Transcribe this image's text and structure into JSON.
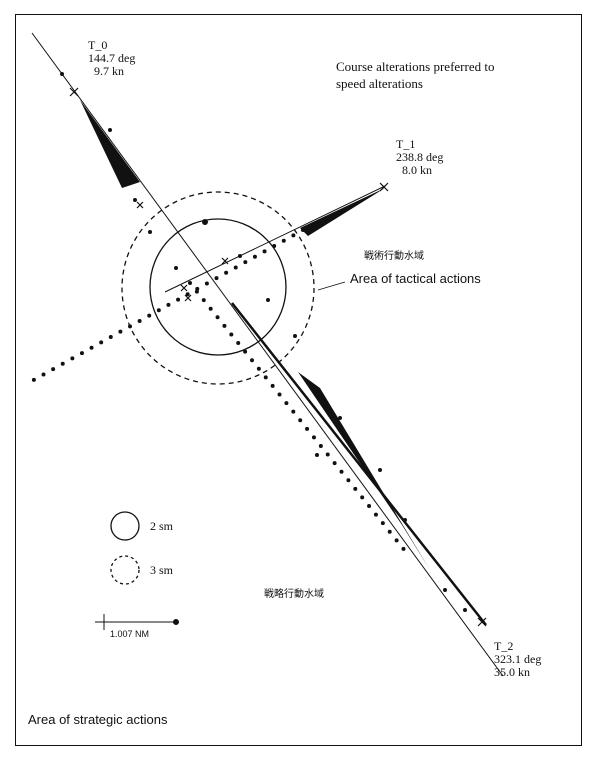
{
  "targets": {
    "t0": {
      "name": "T_0",
      "course": "144.7 deg",
      "speed": "9.7 kn"
    },
    "t1": {
      "name": "T_1",
      "course": "238.8 deg",
      "speed": "8.0 kn"
    },
    "t2": {
      "name": "T_2",
      "course": "323.1 deg",
      "speed": "35.0 kn"
    }
  },
  "note_line1": "Course alterations preferred to",
  "note_line2": "speed alterations",
  "tactical_area_jp": "戦術行動水域",
  "tactical_area_label": "Area of tactical actions",
  "strategic_area_jp": "戦略行動水域",
  "strategic_area_label": "Area of strategic actions",
  "legend": {
    "circle_2": "2 sm",
    "circle_3": "3 sm"
  },
  "scale_label": "1.007 NM",
  "colors": {
    "ink": "#111111",
    "background": "#ffffff"
  }
}
